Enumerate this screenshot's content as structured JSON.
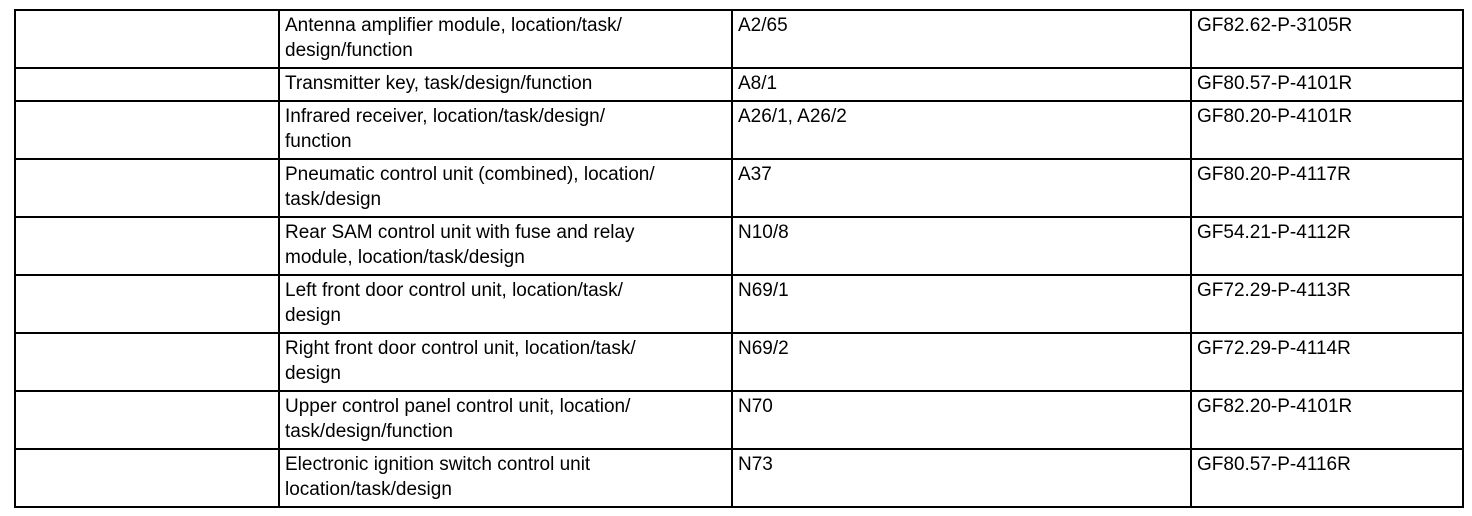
{
  "table": {
    "background_color": "#ffffff",
    "border_color": "#000000",
    "text_color": "#000000",
    "columns": [
      {
        "key": "spacer",
        "label": ""
      },
      {
        "key": "description",
        "label": ""
      },
      {
        "key": "code",
        "label": ""
      },
      {
        "key": "document",
        "label": ""
      }
    ],
    "rows": [
      {
        "spacer": "",
        "description": "Antenna amplifier module, location/task/\ndesign/function",
        "code": "A2/65",
        "document": "GF82.62-P-3105R",
        "lines": 2
      },
      {
        "spacer": "",
        "description": "Transmitter key, task/design/function",
        "code": "A8/1",
        "document": "GF80.57-P-4101R",
        "lines": 1
      },
      {
        "spacer": "",
        "description": "Infrared receiver, location/task/design/\nfunction",
        "code": "A26/1, A26/2",
        "document": "GF80.20-P-4101R",
        "lines": 2
      },
      {
        "spacer": "",
        "description": "Pneumatic control unit (combined), location/\ntask/design",
        "code": "A37",
        "document": "GF80.20-P-4117R",
        "lines": 2
      },
      {
        "spacer": "",
        "description": "Rear SAM control unit with fuse and relay\nmodule, location/task/design",
        "code": "N10/8",
        "document": "GF54.21-P-4112R",
        "lines": 2
      },
      {
        "spacer": "",
        "description": "Left front door control unit, location/task/\ndesign",
        "code": "N69/1",
        "document": "GF72.29-P-4113R",
        "lines": 2
      },
      {
        "spacer": "",
        "description": "Right front door control unit, location/task/\ndesign",
        "code": "N69/2",
        "document": "GF72.29-P-4114R",
        "lines": 2
      },
      {
        "spacer": "",
        "description": "Upper control panel control unit, location/\ntask/design/function",
        "code": "N70",
        "document": "GF82.20-P-4101R",
        "lines": 2
      },
      {
        "spacer": "",
        "description": "Electronic ignition switch control unit\nlocation/task/design",
        "code": "N73",
        "document": "GF80.57-P-4116R",
        "lines": 2
      }
    ]
  }
}
